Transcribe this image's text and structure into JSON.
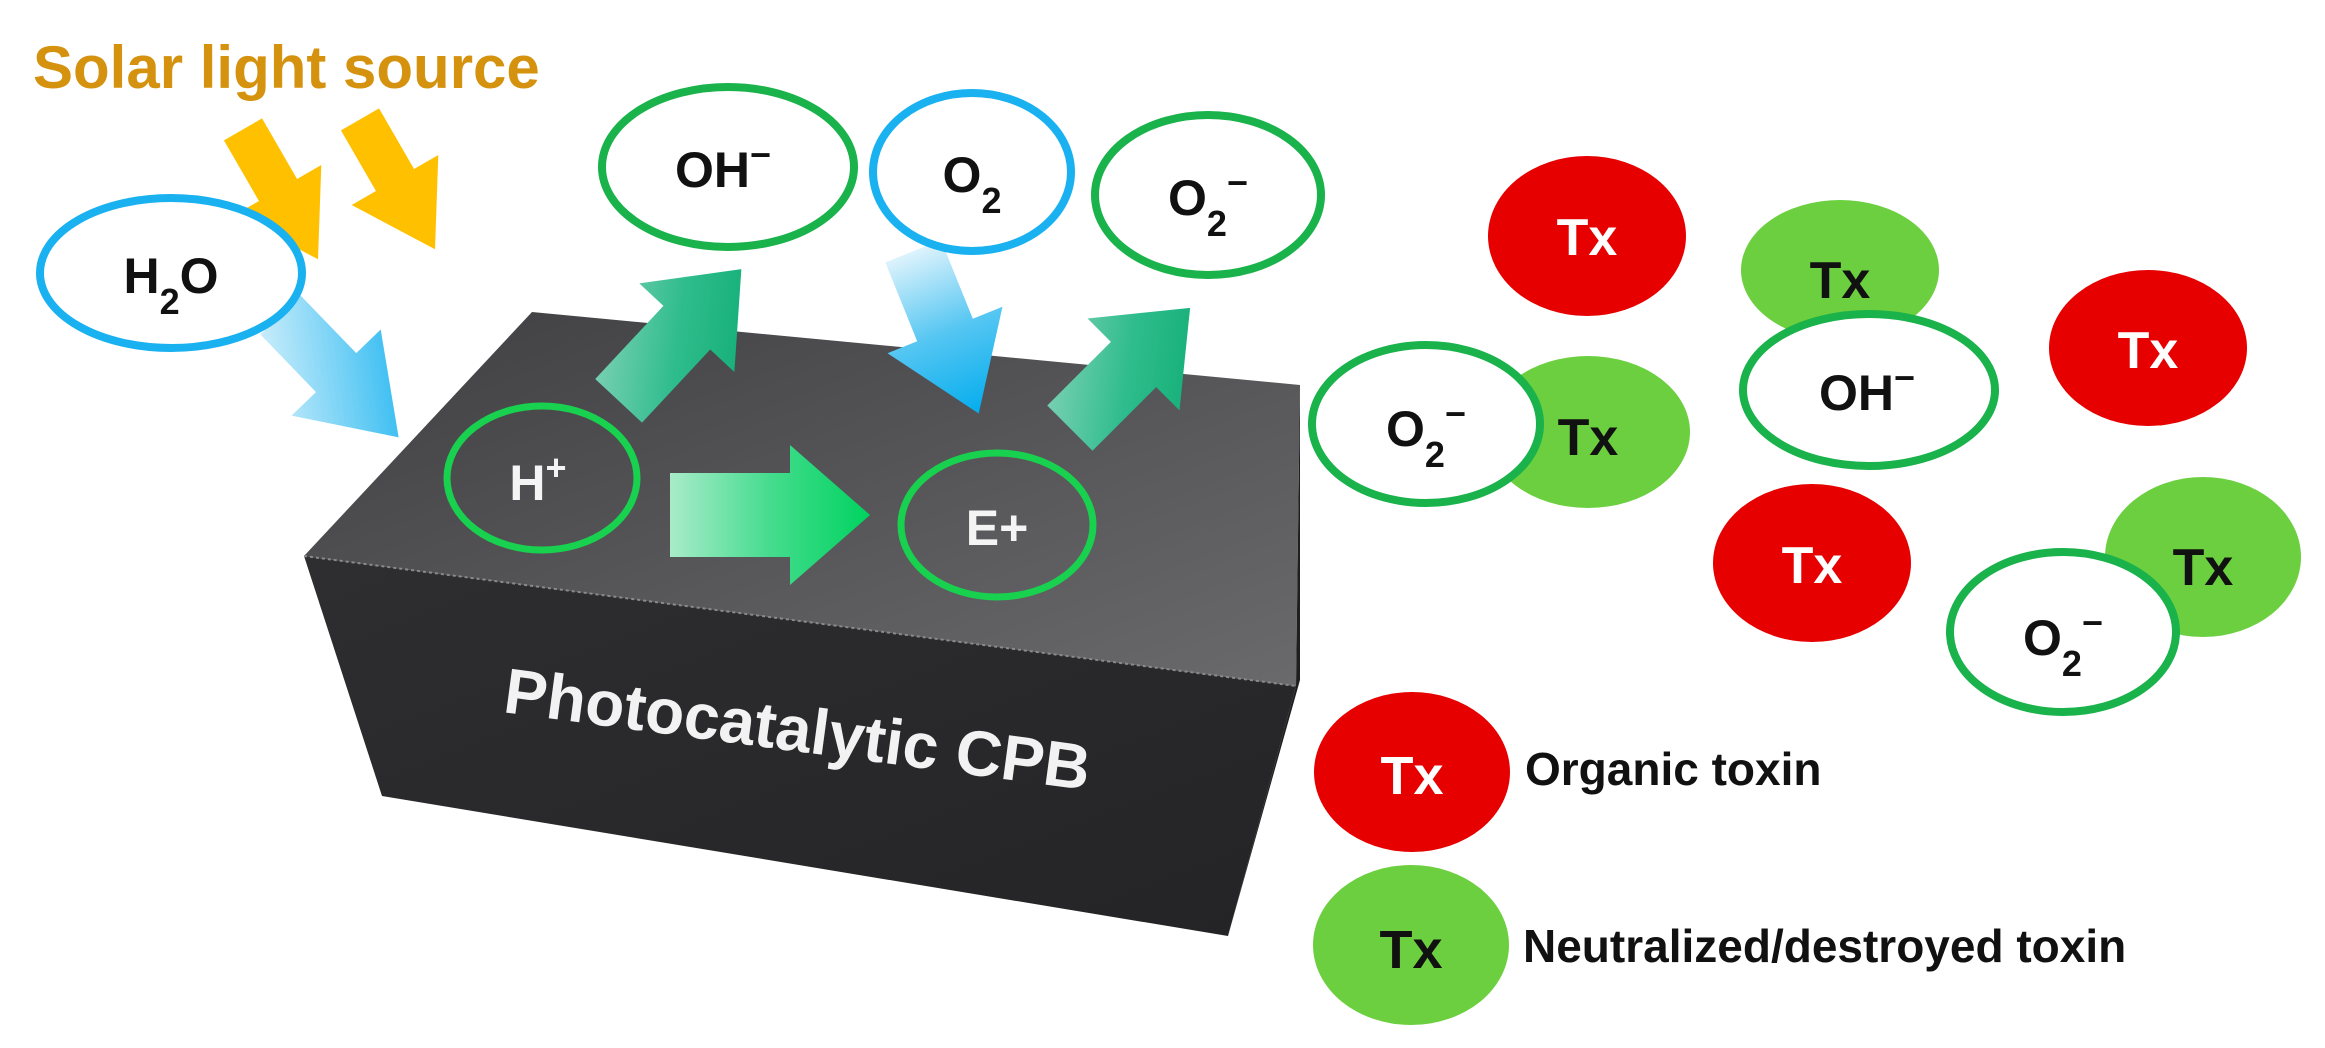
{
  "title": "Solar light source",
  "block_label": "Photocatalytic CPB",
  "species": {
    "h2o": {
      "base": "H",
      "sub": "2",
      "tail": "O"
    },
    "oh_minus": {
      "base": "OH",
      "sup": "−"
    },
    "o2": {
      "base": "O",
      "sub": "2"
    },
    "o2_minus": {
      "base": "O",
      "sub": "2",
      "sup": "−"
    },
    "h_plus": {
      "base": "H",
      "sup": "+"
    },
    "e_plus": {
      "base": "E+"
    }
  },
  "toxin_label": "Tx",
  "legend": {
    "organic": "Organic toxin",
    "neutralized": "Neutralized/destroyed toxin"
  },
  "colors": {
    "title": "#D4920F",
    "solar_arrow": "#FFC000",
    "blue_ring": "#1AB1F0",
    "green_ring": "#19B24B",
    "toxin_red": "#E60000",
    "toxin_green": "#6CCF3F",
    "block_top": "#4E4E50",
    "block_front": "#2B2B2D",
    "block_side": "#1E1E20"
  }
}
